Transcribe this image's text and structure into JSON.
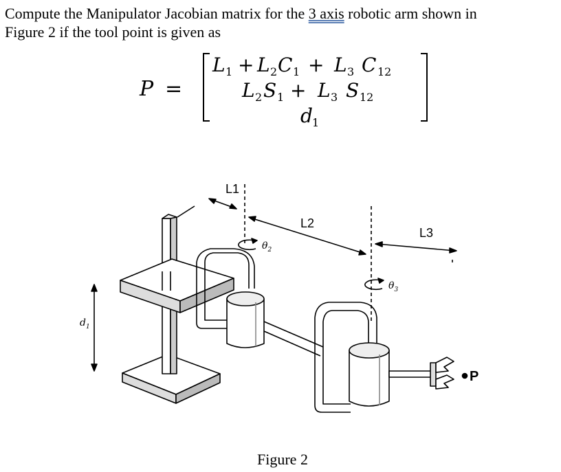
{
  "question": {
    "text_before": "Compute the Manipulator Jacobian matrix for the ",
    "underlined": "3 axis",
    "text_after": " robotic arm shown in",
    "line2": "Figure 2 if the tool point is given as"
  },
  "equation": {
    "lhs": "P",
    "equals": "=",
    "row1": {
      "a": "L",
      "a_sub": "1",
      "op1": "+",
      "b": "L",
      "b_sub": "2",
      "c": "C",
      "c_sub": "1",
      "op2": "+",
      "d": "L",
      "d_sub": "3",
      "e": "C",
      "e_sub": "12"
    },
    "row2": {
      "a": "L",
      "a_sub": "2",
      "b": "S",
      "b_sub": "1",
      "op": "+",
      "c": "L",
      "c_sub": "3",
      "d": "S",
      "d_sub": "12"
    },
    "row3": {
      "a": "d",
      "a_sub": "1"
    }
  },
  "figure": {
    "label_L1": "L1",
    "label_L2": "L2",
    "label_L3": "L3",
    "theta2": "θ",
    "theta2_sub": "2",
    "theta3": "θ",
    "theta3_sub": "3",
    "d1": "d",
    "d1_sub": "1",
    "tool_point": "P",
    "caption": "Figure 2"
  }
}
